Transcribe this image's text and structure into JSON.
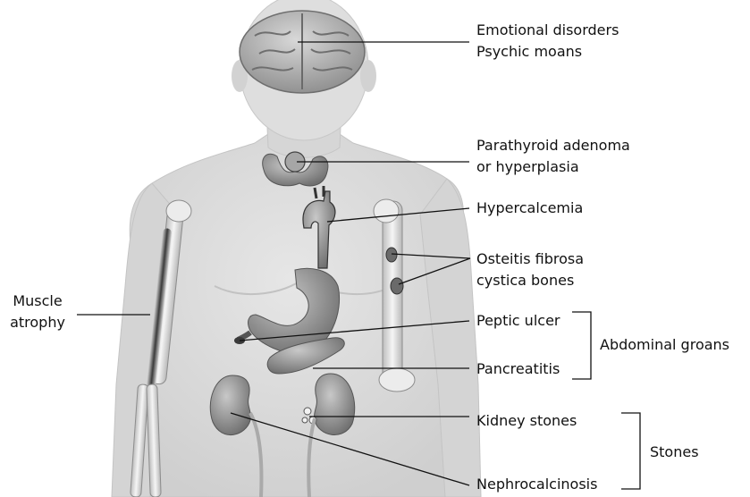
{
  "labels": {
    "emotional": "Emotional disorders",
    "psychic": "Psychic moans",
    "parathyroid1": "Parathyroid adenoma",
    "parathyroid2": "or hyperplasia",
    "hypercalcemia": "Hypercalcemia",
    "osteitis1": "Osteitis fibrosa",
    "osteitis2": "cystica bones",
    "muscle1": "Muscle",
    "muscle2": "atrophy",
    "peptic": "Peptic ulcer",
    "pancreatitis": "Pancreatitis",
    "abdominal": "Abdominal groans",
    "kidney": "Kidney stones",
    "nephro": "Nephrocalcinosis",
    "stones": "Stones"
  },
  "colors": {
    "body_fill": "#dcdcdc",
    "body_edge": "#c4c4c4",
    "organ_fill": "#9a9a9a",
    "organ_dark": "#5a5a5a",
    "bone_fill": "#eeeeee",
    "line": "#111111"
  }
}
